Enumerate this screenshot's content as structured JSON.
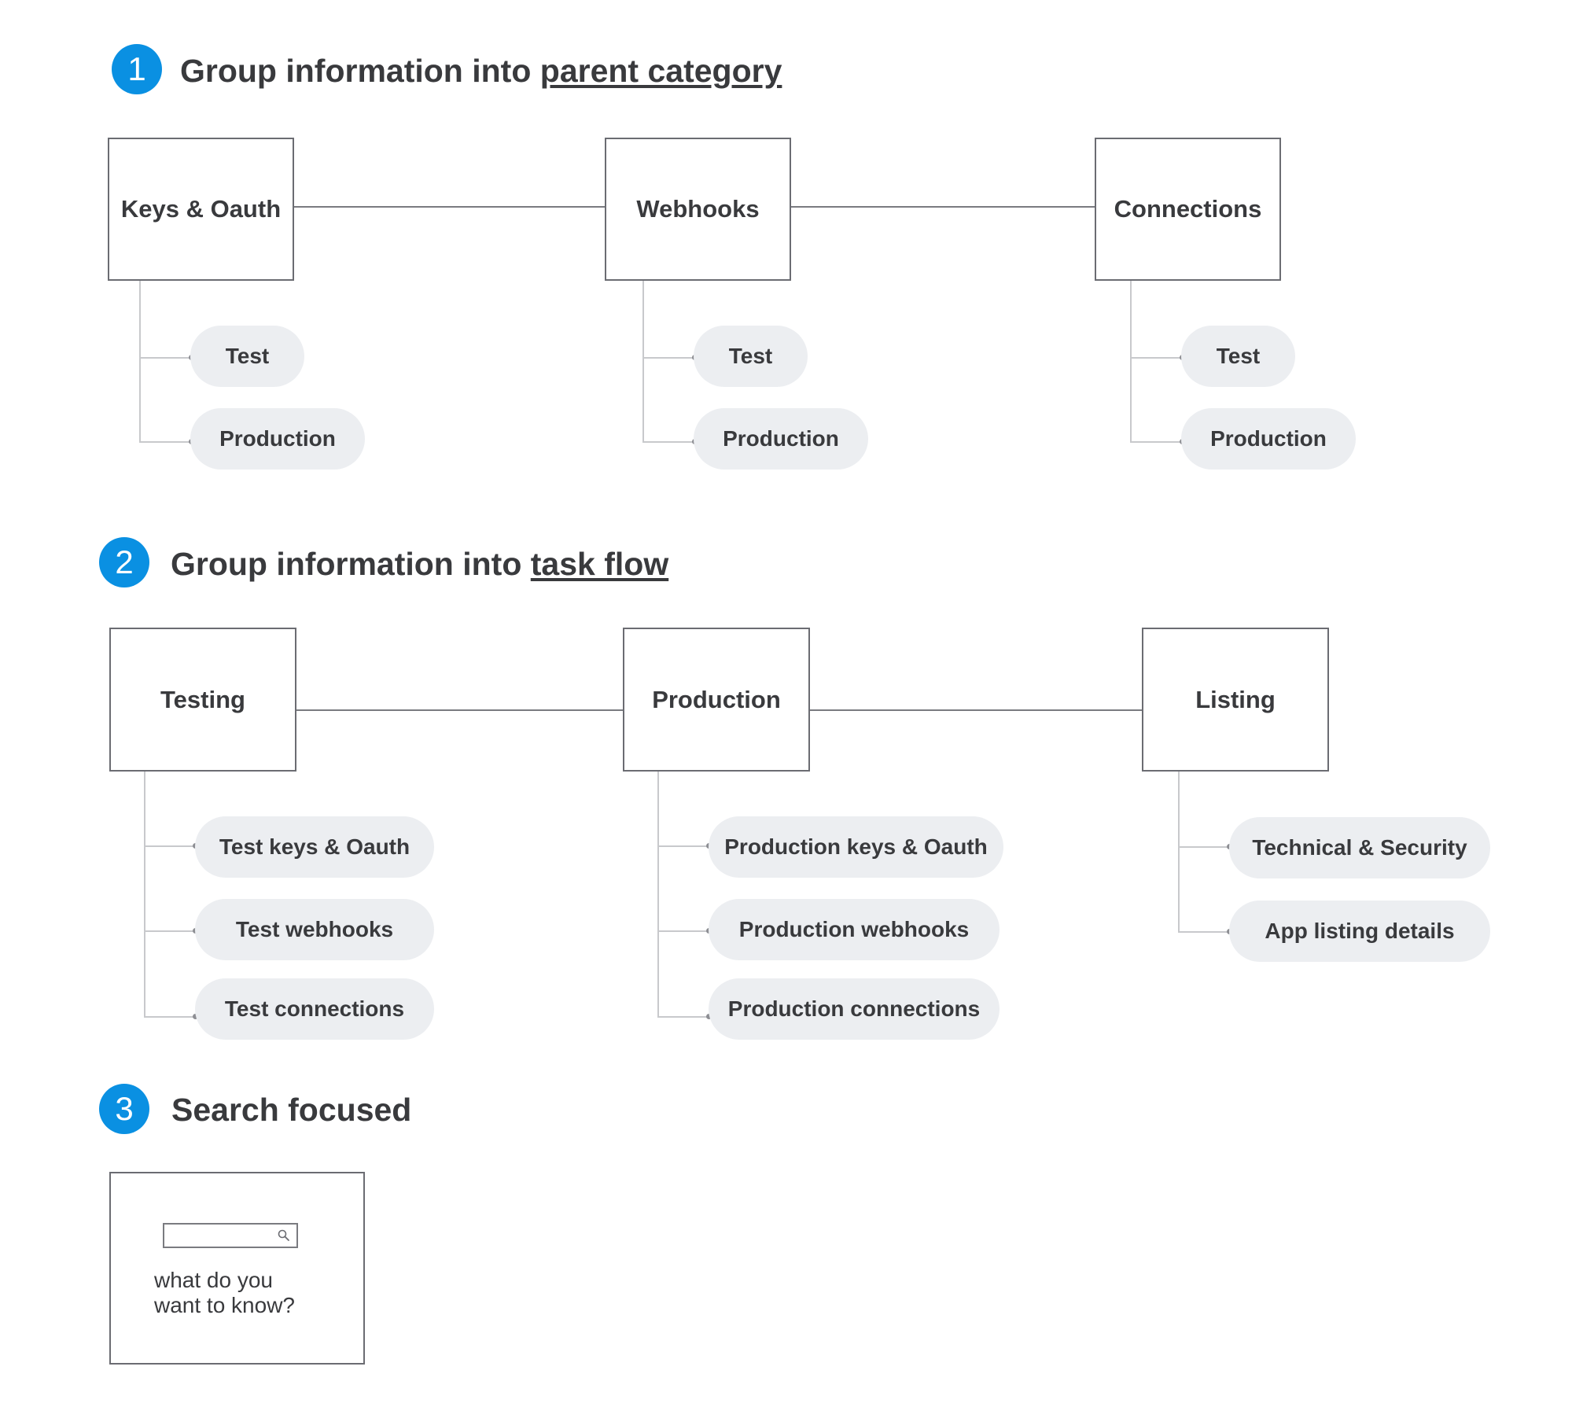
{
  "section1": {
    "number": "1",
    "heading_prefix": "Group information into ",
    "heading_emphasis": "parent category",
    "categories": [
      {
        "label": "Keys & Oauth",
        "items": [
          "Test",
          "Production"
        ]
      },
      {
        "label": "Webhooks",
        "items": [
          "Test",
          "Production"
        ]
      },
      {
        "label": "Connections",
        "items": [
          "Test",
          "Production"
        ]
      }
    ]
  },
  "section2": {
    "number": "2",
    "heading_prefix": "Group information into ",
    "heading_emphasis": "task flow",
    "categories": [
      {
        "label": "Testing",
        "items": [
          "Test keys & Oauth",
          "Test webhooks",
          "Test connections"
        ]
      },
      {
        "label": "Production",
        "items": [
          "Production keys & Oauth",
          "Production webhooks",
          "Production connections"
        ]
      },
      {
        "label": "Listing",
        "items": [
          "Technical & Security",
          "App listing details"
        ]
      }
    ]
  },
  "section3": {
    "number": "3",
    "heading": "Search focused",
    "search_prompt_line1": "what do you",
    "search_prompt_line2": "want to know?",
    "search_icon": "magnifier-icon"
  },
  "colors": {
    "accent": "#0a90e2",
    "pill_background": "#eceef1",
    "text": "#393a3d",
    "line": "#7a7b80"
  }
}
